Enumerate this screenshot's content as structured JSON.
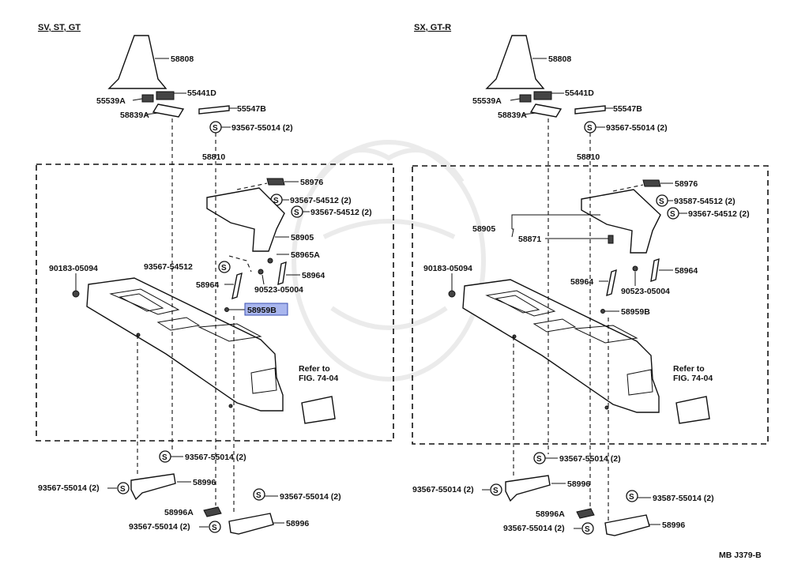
{
  "left_panel": {
    "header": "SV, ST, GT",
    "shift_boot": "58808",
    "retainer_b": "55441D",
    "retainer_a": "55539A",
    "bracket": "55547B",
    "plate": "58839A",
    "screw_top": "93567-55014 (2)",
    "box_no": "58810",
    "hinge": "58976",
    "screw_a": "93567-54512 (2)",
    "screw_b": "93567-54512 (2)",
    "lid": "58905",
    "spring_a": "58965A",
    "screw_c": "93567-54512",
    "rod_left": "58964",
    "rod_right": "58964",
    "clip_no": "90523-05004",
    "bolt": "90183-05094",
    "cushion": "58959B",
    "refer": "Refer to",
    "refer_fig": "FIG. 74-04",
    "screw_d": "93567-55014 (2)",
    "screw_e": "93567-55014 (2)",
    "bracket_a": "58996",
    "screw_f": "93567-55014 (2)",
    "bracket_b_part": "58996A",
    "screw_g": "93567-55014 (2)",
    "bracket_c": "58996"
  },
  "right_panel": {
    "header": "SX, GT-R",
    "shift_boot": "58808",
    "retainer_b": "55441D",
    "retainer_a": "55539A",
    "bracket": "55547B",
    "plate": "58839A",
    "screw_top": "93567-55014 (2)",
    "box_no": "58810",
    "hinge": "58976",
    "screw_a": "93587-54512 (2)",
    "screw_b": "93567-54512 (2)",
    "lid": "58905",
    "lock": "58871",
    "rod_left": "58964",
    "rod_right": "58964",
    "clip_no": "90523-05004",
    "bolt": "90183-05094",
    "cushion": "58959B",
    "refer": "Refer to",
    "refer_fig": "FIG. 74-04",
    "screw_d": "93567-55014 (2)",
    "screw_e": "93567-55014 (2)",
    "bracket_a": "58996",
    "screw_f": "93587-55014 (2)",
    "bracket_b_part": "58996A",
    "screw_g": "93567-55014 (2)",
    "bracket_c": "58996"
  },
  "footer_code": "MB J379-B",
  "screw_symbol": "S",
  "colors": {
    "line": "#111111",
    "highlight": "#a9b6ee"
  }
}
